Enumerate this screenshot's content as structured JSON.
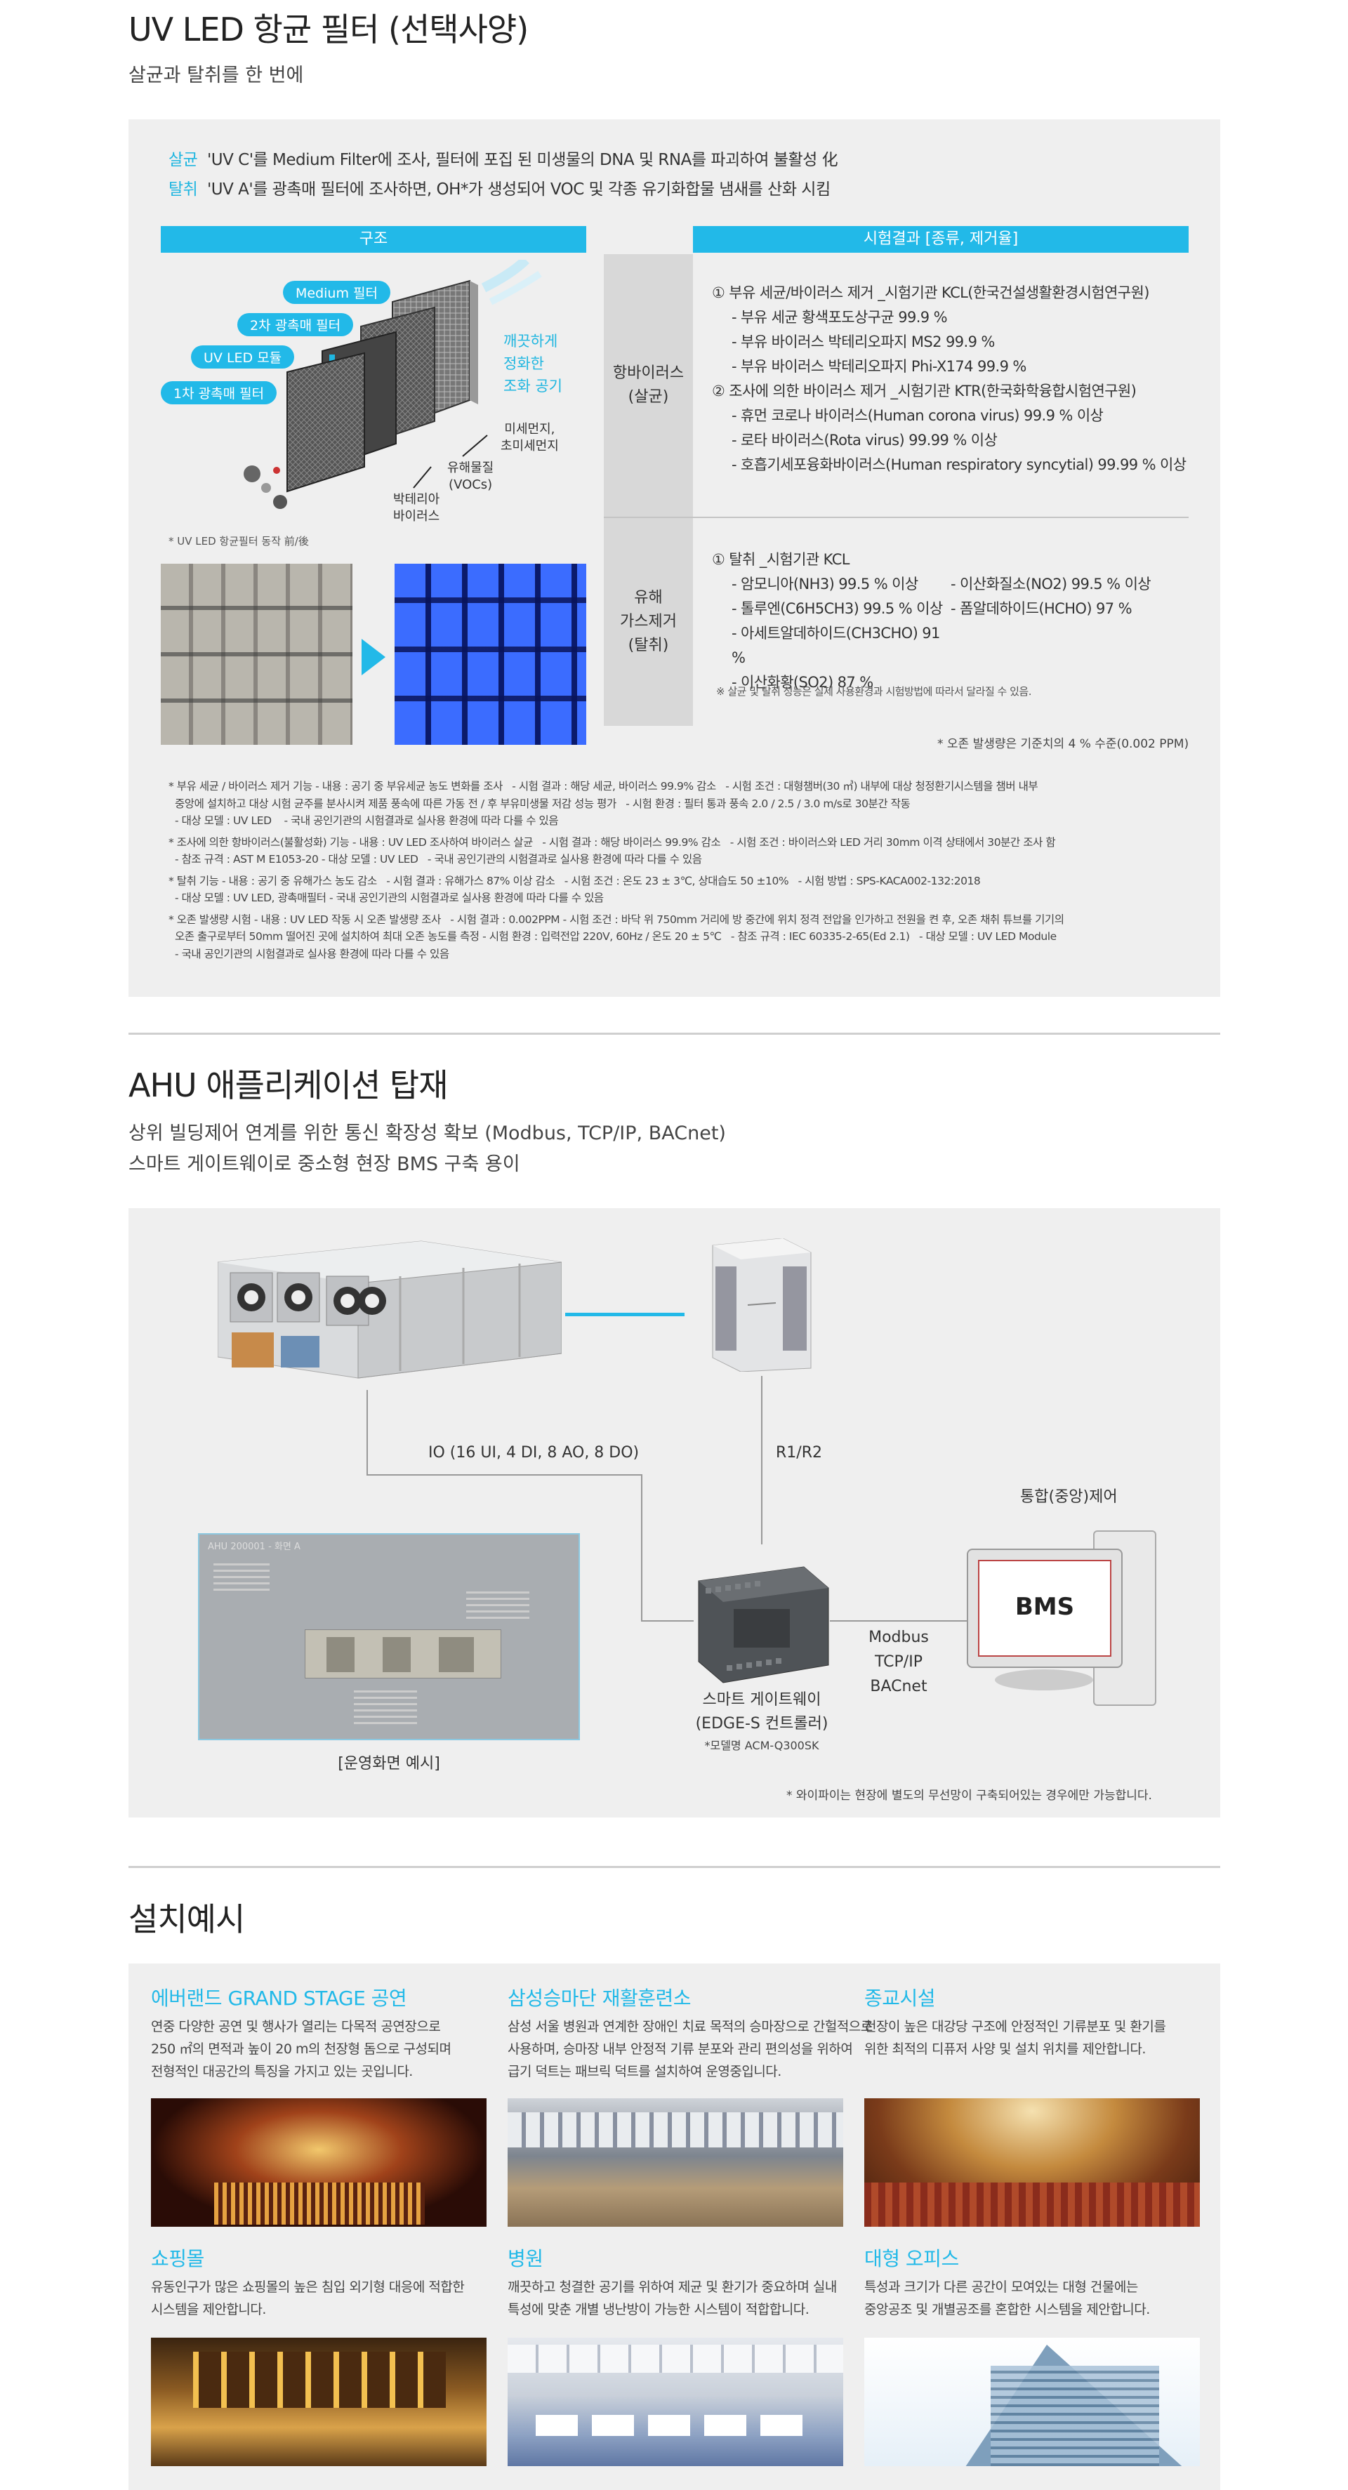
{
  "uv": {
    "title": "UV LED 항균 필터 (선택사양)",
    "subtitle": "살균과 탈취를 한 번에",
    "line1_key": "살균",
    "line1_text": "'UV C'를 Medium Filter에 조사, 필터에 포집 된 미생물의 DNA 및 RNA를 파괴하여 불활성 化",
    "line2_key": "탈취",
    "line2_text": "'UV A'를 광촉매 필터에 조사하면, OH*가 생성되어 VOC 및 각종 유기화합물 냄새를 산화 시킴",
    "structure_header": "구조",
    "results_header": "시험결과 [종류, 제거율]",
    "labels": {
      "medium": "Medium 필터",
      "second": "2차 광촉매 필터",
      "module": "UV LED 모듈",
      "first": "1차 광촉매 필터",
      "clean": "깨끗하게\n정화한\n조화 공기",
      "dust": "미세먼지,\n초미세먼지",
      "voc": "유해물질\n(VOCs)",
      "bact": "박테리아\n바이러스"
    },
    "photo_caption": "* UV LED 항균필터 동작 前/後",
    "row1_label": "항바이러스\n(살균)",
    "row1_lines": [
      "① 부유 세균/바이러스 제거 _시험기관 KCL(한국건설생활환경시험연구원)",
      "- 부유 세균 황색포도상구균 99.9 %",
      "- 부유 바이러스 박테리오파지 MS2 99.9 %",
      "- 부유 바이러스 박테리오파지 Phi-X174 99.9 %",
      "② 조사에 의한 바이러스 제거 _시험기관 KTR(한국화학융합시험연구원)",
      "- 휴먼 코로나 바이러스(Human corona virus) 99.9 % 이상",
      "- 로타 바이러스(Rota virus) 99.99 % 이상",
      "- 호흡기세포융화바이러스(Human respiratory syncytial) 99.99 % 이상"
    ],
    "row2_label": "유해\n가스제거\n(탈취)",
    "row2_head": "① 탈취 _시험기관 KCL",
    "row2_col1": [
      "- 암모니아(NH3) 99.5 % 이상",
      "- 톨루엔(C6H5CH3) 99.5 % 이상",
      "- 아세트알데하이드(CH3CHO) 91 %",
      "- 이산화황(SO2) 87 %"
    ],
    "row2_col2": [
      "- 이산화질소(NO2) 99.5 % 이상",
      "- 폼알데하이드(HCHO) 97 %"
    ],
    "row2_note": "※ 살균 및 탈취 성능은 실제 사용환경과 시험방법에 따라서 달라질 수 있음.",
    "ozone_note": "* 오존 발생량은 기준치의 4 % 수준(0.002 PPM)",
    "footnotes": [
      "* 부유 세균 / 바이러스 제거 기능 - 내용 : 공기 중 부유세균 농도 변화를 조사   - 시험 결과 : 해당 세균, 바이러스 99.9% 감소   - 시험 조건 : 대형챔버(30 ㎥) 내부에 대상 청정환기시스템을 챔버 내부",
      "  중앙에 설치하고 대상 시험 균주를 분사시켜 제품 풍속에 따른 가동 전 / 후 부유미생물 저감 성능 평가   - 시험 환경 : 필터 통과 풍속 2.0 / 2.5 / 3.0 m/s로 30분간 작동",
      "  - 대상 모델 : UV LED    - 국내 공인기관의 시험결과로 실사용 환경에 따라 다를 수 있음",
      "* 조사에 의한 항바이러스(불활성화) 기능 - 내용 : UV LED 조사하여 바이러스 살균   - 시험 결과 : 해당 바이러스 99.9% 감소   - 시험 조건 : 바이러스와 LED 거리 30mm 이격 상태에서 30분간 조사 함",
      "  - 참조 규격 : AST M E1053-20 - 대상 모델 : UV LED   - 국내 공인기관의 시험결과로 실사용 환경에 따라 다를 수 있음",
      "* 탈취 기능 - 내용 : 공기 중 유해가스 농도 감소   - 시험 결과 : 유해가스 87% 이상 감소   - 시험 조건 : 온도 23 ± 3℃, 상대습도 50 ±10%   - 시험 방법 : SPS-KACA002-132:2018",
      "  - 대상 모델 : UV LED, 광촉매필터 - 국내 공인기관의 시험결과로 실사용 환경에 따라 다를 수 있음",
      "* 오존 발생량 시험 - 내용 : UV LED 작동 시 오존 발생량 조사   - 시험 결과 : 0.002PPM - 시험 조건 : 바닥 위 750mm 거리에 방 중간에 위치 정격 전압을 인가하고 전원을 켠 후, 오존 채취 튜브를 기기의",
      "  오존 출구로부터 50mm 떨어진 곳에 설치하여 최대 오존 농도를 측정 - 시험 환경 : 입력전압 220V, 60Hz / 온도 20 ± 5℃   - 참조 규격 : IEC 60335-2-65(Ed 2.1)   - 대상 모델 : UV LED Module",
      "  - 국내 공인기관의 시험결과로 실사용 환경에 따라 다를 수 있음"
    ]
  },
  "ahu": {
    "title": "AHU 애플리케이션 탑재",
    "sub1": "상위 빌딩제어 연계를 위한 통신 확장성 확보 (Modbus, TCP/IP, BACnet)",
    "sub2": "스마트 게이트웨이로 중소형 현장 BMS 구축 용이",
    "io_label": "IO (16 UI, 4 DI, 8 AO, 8 DO)",
    "r_label": "R1/R2",
    "central_label": "통합(중앙)제어",
    "bms_label": "BMS",
    "modbus_label": "Modbus\nTCP/IP\nBACnet",
    "gateway_label": "스마트 게이트웨이\n(EDGE-S 컨트롤러)",
    "model_label": "*모델명 ACM-Q300SK",
    "screen_title": "AHU 200001 - 화면 A",
    "screen_label": "[운영화면 예시]",
    "wifi_note": "* 와이파이는 현장에 별도의 무선망이 구축되어있는 경우에만 가능합니다."
  },
  "install": {
    "title": "설치예시",
    "items": [
      {
        "title": "에버랜드 GRAND STAGE 공연",
        "text": "연중 다양한 공연 및 행사가 열리는 다목적 공연장으로\n250 ㎡의 면적과 높이 20 m의 천장형 돔으로 구성되며\n전형적인 대공간의 특징을 가지고 있는 곳입니다."
      },
      {
        "title": "삼성승마단 재활훈련소",
        "text": "삼성 서울 병원과 연계한 장애인 치료 목적의 승마장으로 간헐적으로\n사용하며, 승마장 내부 안정적 기류 분포와 관리 편의성을 위하여\n급기 덕트는 패브릭 덕트를 설치하여 운영중입니다."
      },
      {
        "title": "종교시설",
        "text": "천장이 높은 대강당 구조에 안정적인 기류분포 및 환기를\n위한 최적의 디퓨저 사양 및 설치 위치를 제안합니다."
      },
      {
        "title": "쇼핑몰",
        "text": "유동인구가 많은 쇼핑몰의 높은 침입 외기형 대응에 적합한\n시스템을 제안합니다."
      },
      {
        "title": "병원",
        "text": "깨끗하고 청결한 공기를 위하여 제균 및 환기가 중요하며 실내\n특성에 맞춘 개별 냉난방이 가능한 시스템이 적합합니다."
      },
      {
        "title": "대형 오피스",
        "text": "특성과 크기가 다른 공간이 모여있는 대형 건물에는\n중앙공조 및 개별공조를 혼합한 시스템을 제안합니다."
      }
    ]
  },
  "colors": {
    "accent": "#22b9e8",
    "box": "#efefef",
    "cell": "#d8d8d8"
  }
}
